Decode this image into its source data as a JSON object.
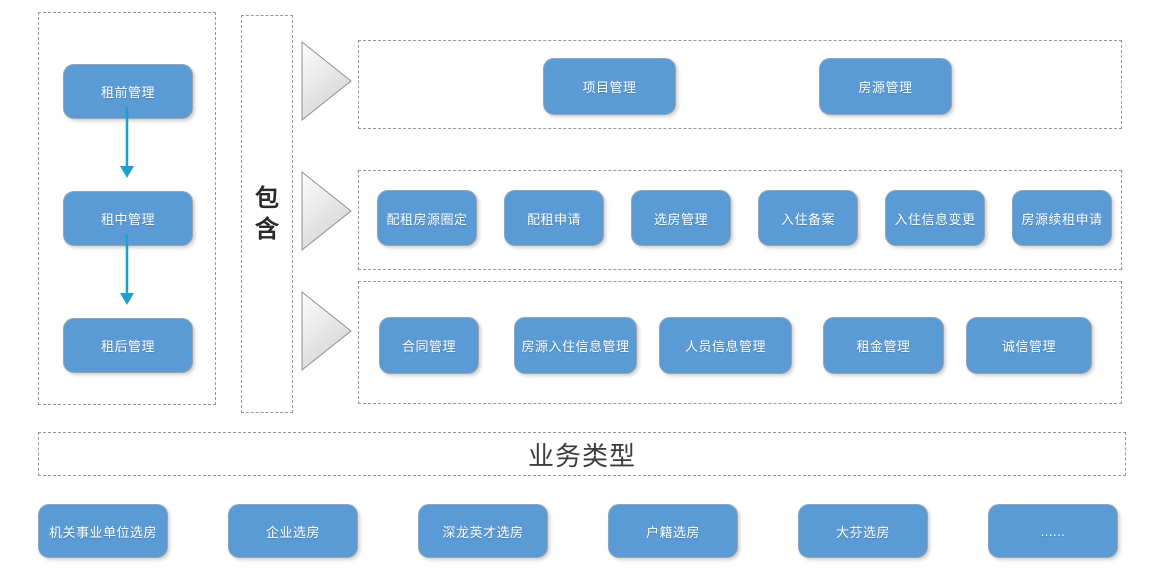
{
  "diagram": {
    "lifecycle_panel": {
      "stages": [
        "租前管理",
        "租中管理",
        "租后管理"
      ]
    },
    "relation_label": "包含",
    "function_groups": [
      {
        "items": [
          "项目管理",
          "房源管理"
        ]
      },
      {
        "items": [
          "配租房源圈定",
          "配租申请",
          "选房管理",
          "入住备案",
          "入住信息变更",
          "房源续租申请"
        ]
      },
      {
        "items": [
          "合同管理",
          "房源入住信息管理",
          "人员信息管理",
          "租金管理",
          "诚信管理"
        ]
      }
    ],
    "business_type": {
      "title": "业务类型",
      "items": [
        "机关事业单位选房",
        "企业选房",
        "深龙英才选房",
        "户籍选房",
        "大芬选房",
        "......"
      ]
    },
    "colors": {
      "node_fill": "#5B9BD5",
      "node_text": "#FFFFFF",
      "flow_arrow": "#1CA0CD",
      "dashed_border": "#999999",
      "triangle_fill_light": "#FCFCFC",
      "triangle_fill_dark": "#D6D6D6",
      "label_text": "#2B2B2B"
    }
  }
}
